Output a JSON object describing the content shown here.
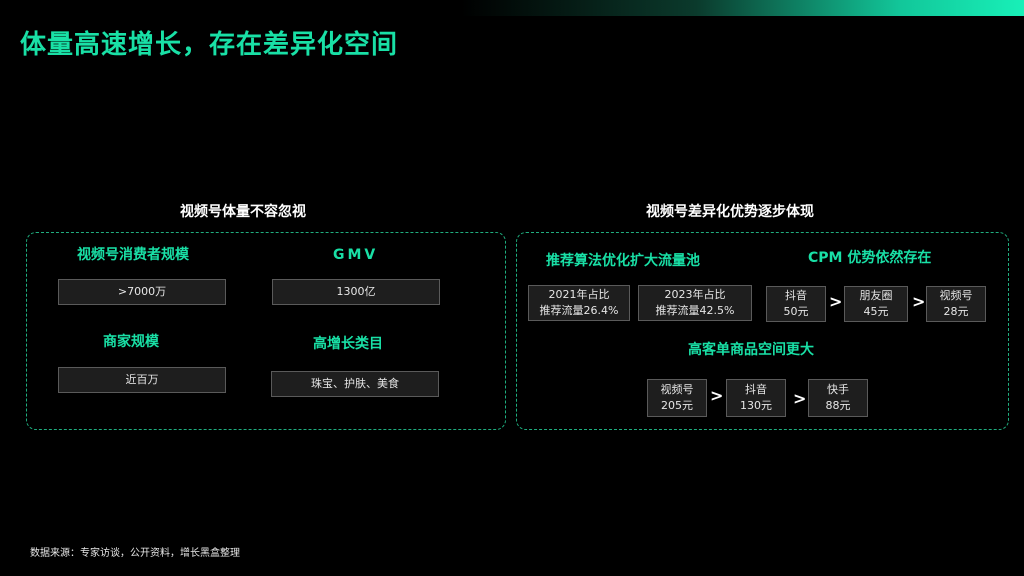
{
  "title": "体量高速增长，存在差异化空间",
  "left": {
    "heading": "视频号体量不容忽视",
    "consumer": {
      "label": "视频号消费者规模",
      "value": ">7000万"
    },
    "gmv": {
      "label": "GMV",
      "value": "1300亿"
    },
    "merchant": {
      "label": "商家规模",
      "value": "近百万"
    },
    "category": {
      "label": "高增长类目",
      "value": "珠宝、护肤、美食"
    }
  },
  "right": {
    "heading": "视频号差异化优势逐步体现",
    "algo": {
      "label": "推荐算法优化扩大流量池",
      "y2021": "2021年占比\n推荐流量26.4%",
      "y2023": "2023年占比\n推荐流量42.5%"
    },
    "cpm": {
      "label": "CPM 优势依然存在",
      "items": [
        "抖音\n50元",
        "朋友圈\n45元",
        "视频号\n28元"
      ],
      "sep": ">"
    },
    "aov": {
      "label": "高客单商品空间更大",
      "items": [
        "视频号\n205元",
        "抖音\n130元",
        "快手\n88元"
      ],
      "sep": ">"
    }
  },
  "source": "数据来源：专家访谈，公开资料，增长黑盒整理"
}
